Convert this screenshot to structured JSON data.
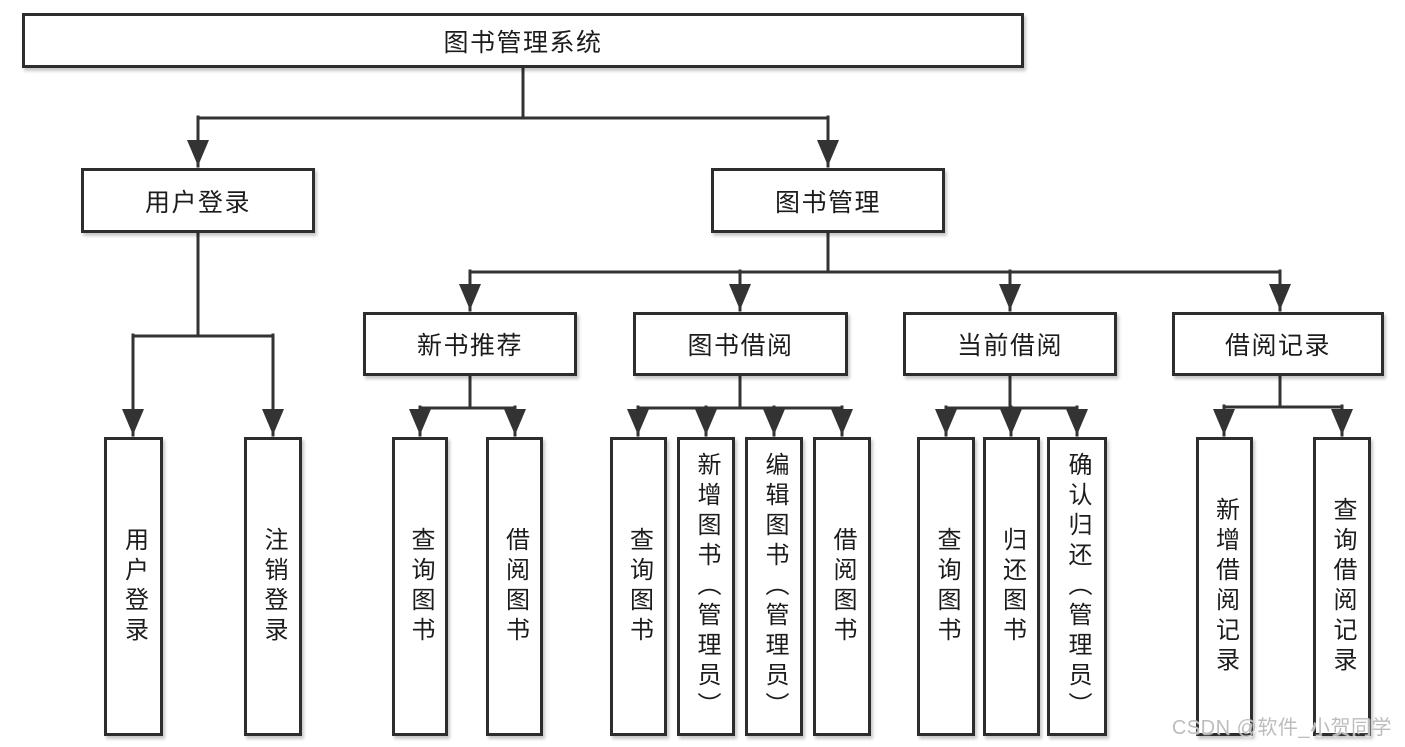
{
  "diagram": {
    "tree": {
      "label": "图书管理系统",
      "children": [
        {
          "label": "用户登录",
          "children": [
            {
              "label": "用户登录"
            },
            {
              "label": "注销登录"
            }
          ]
        },
        {
          "label": "图书管理",
          "children": [
            {
              "label": "新书推荐",
              "children": [
                {
                  "label": "查询图书"
                },
                {
                  "label": "借阅图书"
                }
              ]
            },
            {
              "label": "图书借阅",
              "children": [
                {
                  "label": "查询图书"
                },
                {
                  "label": "新增图书（管理员）"
                },
                {
                  "label": "编辑图书（管理员）"
                },
                {
                  "label": "借阅图书"
                }
              ]
            },
            {
              "label": "当前借阅",
              "children": [
                {
                  "label": "查询图书"
                },
                {
                  "label": "归还图书"
                },
                {
                  "label": "确认归还（管理员）"
                }
              ]
            },
            {
              "label": "借阅记录",
              "children": [
                {
                  "label": "新增借阅记录"
                },
                {
                  "label": "查询借阅记录"
                }
              ]
            }
          ]
        }
      ]
    }
  },
  "watermark": "CSDN @软件_小贺同学",
  "colors": {
    "line": "#333333",
    "box_border": "#2d2d2d",
    "text": "#1c1c1c",
    "watermark": "#bdbdbd",
    "background": "#ffffff"
  }
}
